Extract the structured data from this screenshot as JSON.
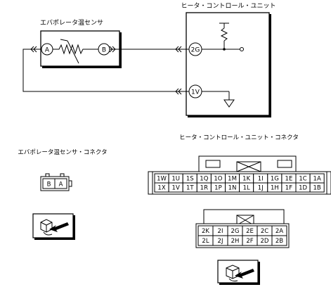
{
  "labels": {
    "sensor_title": "エバポレータ温センサ",
    "unit_title": "ヒータ・コントロール・ユニット",
    "sensor_connector_title": "エバポレータ温センサ・コネクタ",
    "unit_connector_title": "ヒータ・コントロール・ユニット・コネクタ"
  },
  "sensor_pins": {
    "a": "A",
    "b": "B"
  },
  "unit_pins": {
    "g2": "2G",
    "v1": "1V"
  },
  "sensor_connector_cells": [
    "B",
    "A"
  ],
  "unit_connector_1": {
    "row1": [
      "1W",
      "1U",
      "1S",
      "1Q",
      "1O",
      "1M",
      "1K",
      "1I",
      "1G",
      "1E",
      "1C",
      "1A"
    ],
    "row2": [
      "1X",
      "1V",
      "1T",
      "1R",
      "1P",
      "1N",
      "1L",
      "1J",
      "1H",
      "1F",
      "1D",
      "1B"
    ]
  },
  "unit_connector_2": {
    "row1": [
      "2K",
      "2I",
      "2G",
      "2E",
      "2C",
      "2A"
    ],
    "row2": [
      "2L",
      "2J",
      "2H",
      "2F",
      "2D",
      "2B"
    ]
  }
}
